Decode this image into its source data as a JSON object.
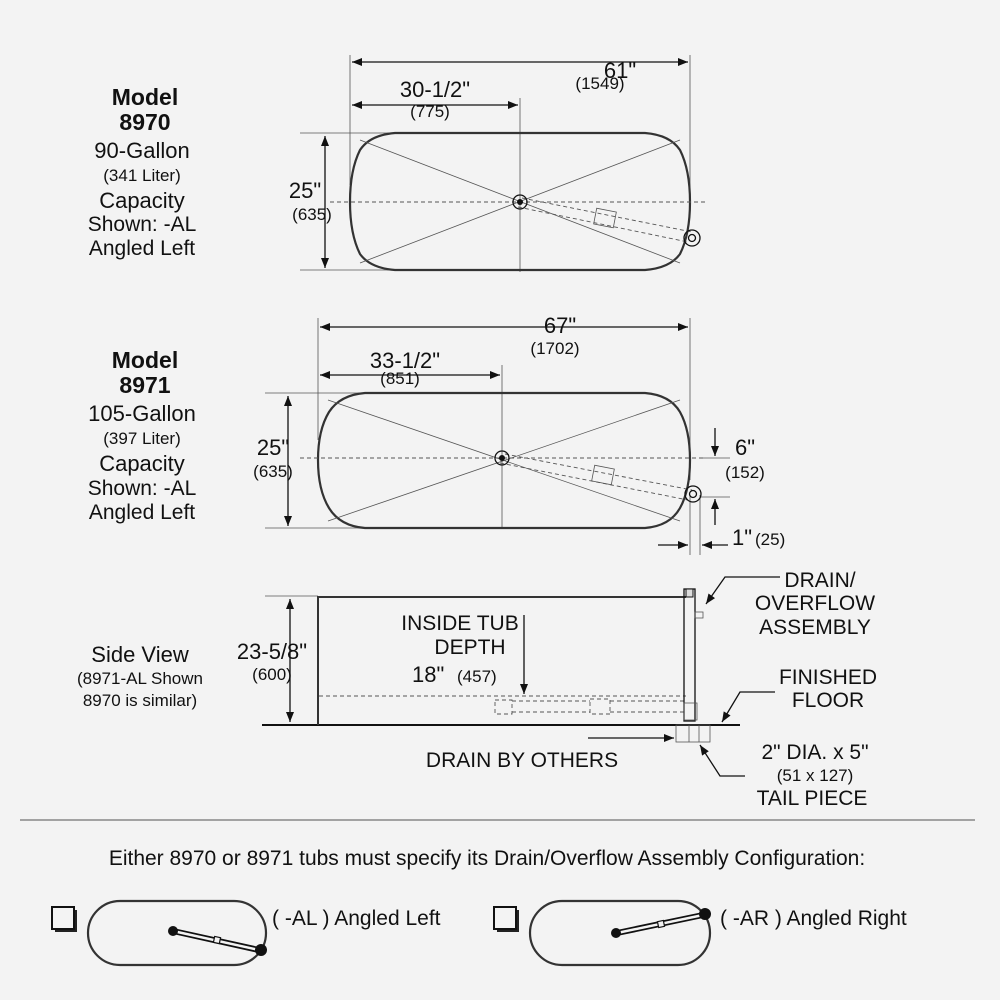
{
  "model_8970": {
    "model_label": "Model",
    "model_number": "8970",
    "capacity_gallons": "90-Gallon",
    "capacity_liters": "(341 Liter)",
    "capacity_label": "Capacity",
    "shown": "Shown: -AL",
    "shown_desc": "Angled Left",
    "length": "61\"",
    "length_mm": "(1549)",
    "drain_offset": "30-1/2\"",
    "drain_offset_mm": "(775)",
    "width": "25\"",
    "width_mm": "(635)"
  },
  "model_8971": {
    "model_label": "Model",
    "model_number": "8971",
    "capacity_gallons": "105-Gallon",
    "capacity_liters": "(397 Liter)",
    "capacity_label": "Capacity",
    "shown": "Shown: -AL",
    "shown_desc": "Angled Left",
    "length": "67\"",
    "length_mm": "(1702)",
    "drain_offset": "33-1/2\"",
    "drain_offset_mm": "(851)",
    "width": "25\"",
    "width_mm": "(635)",
    "overflow_offset": "6\"",
    "overflow_offset_mm": "(152)",
    "overflow_inset": "1\"",
    "overflow_inset_mm": "(25)"
  },
  "side_view": {
    "title": "Side View",
    "note_line1": "(8971-AL Shown",
    "note_line2": "8970 is similar)",
    "height": "23-5/8\"",
    "height_mm": "(600)",
    "depth_line1": "INSIDE TUB",
    "depth_line2": "DEPTH",
    "depth_value": "18\"",
    "depth_mm": "(457)",
    "drain_overflow_line1": "DRAIN/",
    "drain_overflow_line2": "OVERFLOW",
    "drain_overflow_line3": "ASSEMBLY",
    "floor_line1": "FINISHED",
    "floor_line2": "FLOOR",
    "drain_by_others": "DRAIN BY OTHERS",
    "tail_line1": "2\" DIA. x 5\"",
    "tail_line2": "(51 x 127)",
    "tail_line3": "TAIL PIECE"
  },
  "config": {
    "instruction": "Either 8970 or 8971 tubs must specify its Drain/Overflow Assembly Configuration:",
    "options": [
      {
        "label": "( -AL ) Angled Left",
        "checked": false
      },
      {
        "label": "( -AR ) Angled Right",
        "checked": false
      }
    ]
  }
}
